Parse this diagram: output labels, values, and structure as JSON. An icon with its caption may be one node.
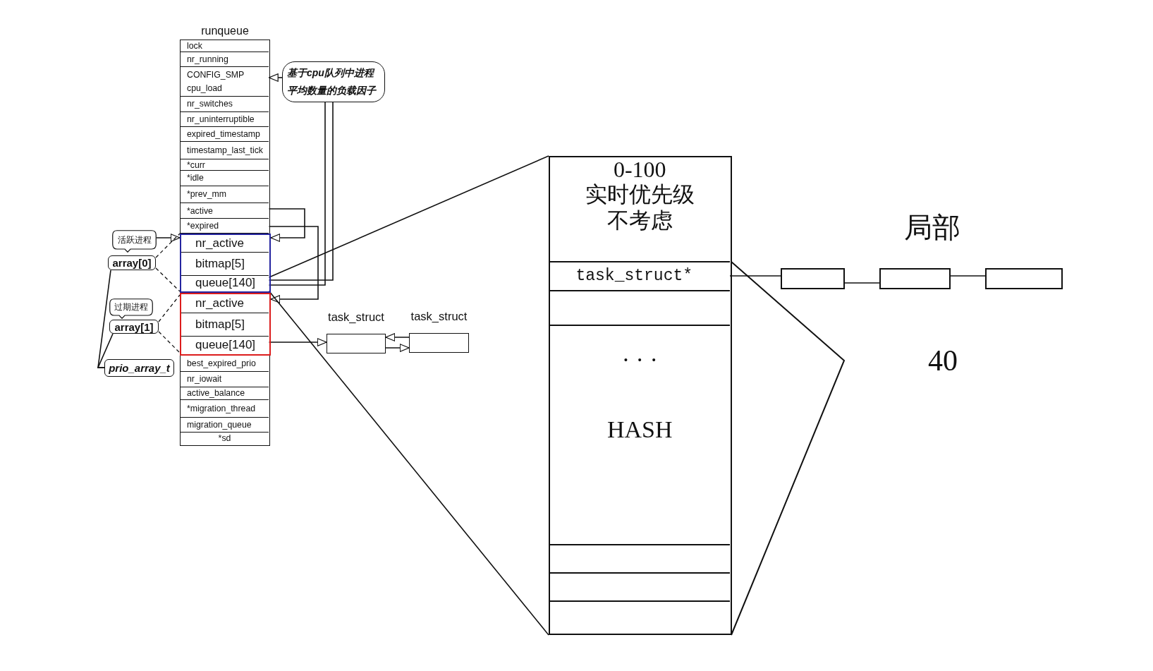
{
  "diagram": {
    "nodes": [
      {
        "text": [
          "runqueue"
        ]
      },
      {
        "text": [
          "lock"
        ],
        "in": 0
      },
      {
        "text": [
          "nr_running"
        ],
        "in": 0
      },
      {
        "text": [
          "CONFIG_SMP",
          "cpu_load"
        ],
        "in": 0
      },
      {
        "text": [
          "nr_switches"
        ],
        "in": 0
      },
      {
        "text": [
          "nr_uninterruptible"
        ],
        "in": 0
      },
      {
        "text": [
          "expired_timestamp"
        ],
        "in": 0
      },
      {
        "text": [
          "timestamp_last_tick"
        ],
        "in": 0
      },
      {
        "text": [
          "*curr"
        ],
        "in": 0
      },
      {
        "text": [
          "*idle"
        ],
        "in": 0
      },
      {
        "text": [
          "*prev_mm"
        ],
        "in": 0
      },
      {
        "text": [
          "*active"
        ],
        "in": 0
      },
      {
        "text": [
          "*expired"
        ],
        "in": 0
      },
      {
        "text": [],
        "shape": "box",
        "in": 0
      },
      {
        "text": [
          "nr_active"
        ],
        "in": 13
      },
      {
        "text": [
          "bitmap[5]"
        ],
        "in": 13
      },
      {
        "text": [
          "queue[140]"
        ],
        "in": 13
      },
      {
        "text": [],
        "shape": "box",
        "in": 0
      },
      {
        "text": [
          "nr_active"
        ],
        "in": 17
      },
      {
        "text": [
          "bitmap[5]"
        ],
        "in": 17
      },
      {
        "text": [
          "queue[140]"
        ],
        "in": 17
      },
      {
        "text": [
          "best_expired_prio"
        ],
        "in": 0
      },
      {
        "text": [
          "nr_iowait"
        ],
        "in": 0
      },
      {
        "text": [
          "active_balance"
        ],
        "in": 0
      },
      {
        "text": [
          "*migration_thread"
        ],
        "in": 0
      },
      {
        "text": [
          "migration_queue"
        ],
        "in": 0
      },
      {
        "text": [
          "*sd"
        ],
        "in": 0
      },
      {
        "text": [
          "基于cpu队列中进程平均数量的负载因子"
        ]
      },
      {
        "text": [
          "活跃进程"
        ]
      },
      {
        "text": [
          "array[0]"
        ]
      },
      {
        "text": [
          "过期进程"
        ]
      },
      {
        "text": [
          "array[1]"
        ]
      },
      {
        "text": [
          "prio_array_t"
        ]
      },
      {
        "text": [
          "task_struct"
        ]
      },
      {
        "text": [
          "task_struct"
        ]
      },
      {
        "text": [],
        "shape": "box"
      },
      {
        "text": [
          "0-100",
          "实时优先级不考虑"
        ],
        "in": 35
      },
      {
        "text": [
          "task_struct*"
        ],
        "in": 35
      },
      {
        "text": [],
        "shape": "box",
        "in": 35
      },
      {
        "text": [
          "· · ·",
          "HASH"
        ],
        "in": 35
      },
      {
        "text": [],
        "shape": "box",
        "in": 35
      },
      {
        "text": [],
        "shape": "box",
        "in": 35
      },
      {
        "text": [],
        "shape": "box",
        "in": 35
      },
      {
        "text": [],
        "shape": "box"
      },
      {
        "text": [],
        "shape": "box"
      },
      {
        "text": [],
        "shape": "box"
      }
    ],
    "edges": [
      {
        "from": 27,
        "to": 3,
        "arrow": "to"
      },
      {
        "from": 11,
        "to": 13,
        "arrow": "to"
      },
      {
        "from": 12,
        "to": 17,
        "arrow": "to"
      },
      {
        "from": 16,
        "to": 27,
        "arrow": "none"
      },
      {
        "from": 16,
        "to": 27,
        "arrow": "none"
      },
      {
        "from": 28,
        "to": 13,
        "arrow": "to"
      },
      {
        "from": 29,
        "to": 13,
        "arrow": "none",
        "style": "dashed"
      },
      {
        "from": 29,
        "to": 13,
        "arrow": "none",
        "style": "dashed"
      },
      {
        "from": 31,
        "to": 17,
        "arrow": "none",
        "style": "dashed"
      },
      {
        "from": 31,
        "to": 17,
        "arrow": "none",
        "style": "dashed"
      },
      {
        "from": 32,
        "to": 29,
        "arrow": "none"
      },
      {
        "from": 32,
        "to": 31,
        "arrow": "none"
      },
      {
        "from": 20,
        "to": 33,
        "arrow": "to"
      },
      {
        "from": 34,
        "to": 33,
        "arrow": "to"
      },
      {
        "from": 33,
        "to": 34,
        "arrow": "to"
      },
      {
        "from": 16,
        "to": 35,
        "arrow": "none"
      },
      {
        "from": 16,
        "to": 35,
        "arrow": "none"
      },
      {
        "from": 37,
        "to": 43,
        "arrow": "none"
      },
      {
        "from": 43,
        "to": 44,
        "arrow": "none"
      },
      {
        "from": 44,
        "to": 45,
        "arrow": "none"
      }
    ],
    "labels": [
      "局部",
      "40"
    ]
  }
}
